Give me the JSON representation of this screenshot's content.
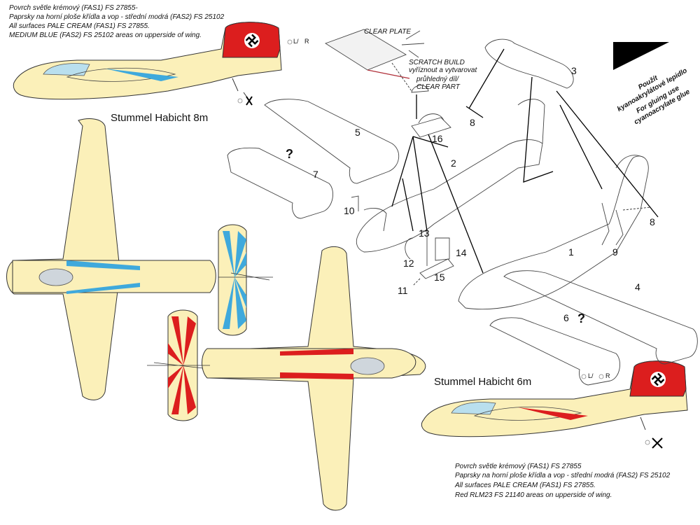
{
  "colors": {
    "pale_cream": "#fbf0b9",
    "medium_blue": "#3fa9dc",
    "red": "#dc1e1e",
    "outline": "#333333"
  },
  "top_notes": {
    "line1": "Povrch světle krémový (FAS1) FS 27855-",
    "line2": "Paprsky na horní ploše křídla a vop - střední modrá (FAS2) FS 25102",
    "line3": "All surfaces PALE CREAM (FAS1) FS 27855.",
    "line4": "MEDIUM BLUE (FAS2) FS 25102 areas on upperside of wing."
  },
  "bottom_notes": {
    "line1": "Povrch světle krémový (FAS1) FS 27855",
    "line2": "Paprsky na horní ploše křídla a vop - střední modrá (FAS2) FS 25102",
    "line3": "All surfaces PALE CREAM (FAS1) FS 27855.",
    "line4": "Red RLM23 FS 21140 areas on upperside of wing."
  },
  "titles": {
    "top": "Stummel Habicht 8m",
    "bottom": "Stummel Habicht 6m"
  },
  "glue_note": {
    "cz1": "Použít",
    "cz2": "kyanoakrylátové lepidlo",
    "en1": "For gluing use",
    "en2": "cyanoacrylate glue"
  },
  "labels": {
    "clear_plate": "CLEAR PLATE",
    "scratch1": "SCRATCH BUILD",
    "scratch2": "vyříznout a vytvarovat",
    "clear1": "průhledný díl/",
    "clear2": "CLEAR PART",
    "lr": "L/",
    "lr2": "R"
  },
  "part_numbers": [
    "1",
    "2",
    "3",
    "4",
    "5",
    "6",
    "7",
    "8",
    "8",
    "9",
    "10",
    "11",
    "12",
    "13",
    "14",
    "15",
    "16"
  ],
  "question_marks": [
    "?",
    "?"
  ]
}
